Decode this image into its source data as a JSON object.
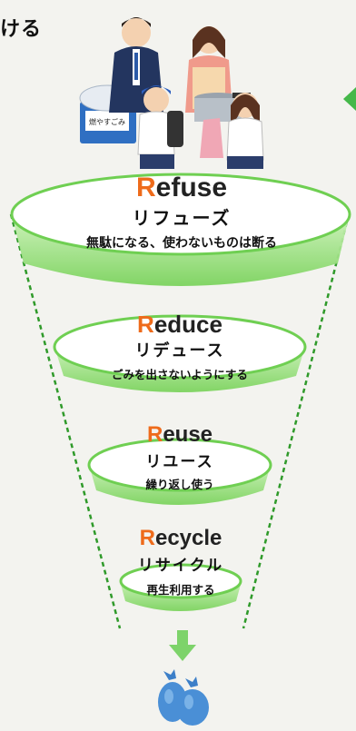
{
  "heading": "ける",
  "illustration": {
    "box_label": "燃やすごみ"
  },
  "levels": [
    {
      "initial": "R",
      "rest": "efuse",
      "kana": "リフューズ",
      "desc": "無駄になる、使わないものは断る"
    },
    {
      "initial": "R",
      "rest": "educe",
      "kana": "リデュース",
      "desc": "ごみを出さないようにする"
    },
    {
      "initial": "R",
      "rest": "euse",
      "kana": "リユース",
      "desc": "繰り返し使う"
    },
    {
      "initial": "R",
      "rest": "ecycle",
      "kana": "リサイクル",
      "desc": "再生利用する"
    }
  ],
  "colors": {
    "funnel_green": "#8fdf72",
    "funnel_green_dark": "#4fb23c",
    "accent_orange": "#ee6b1b",
    "arrow_green": "#7dd36a",
    "bag_blue": "#4a8fd6"
  }
}
